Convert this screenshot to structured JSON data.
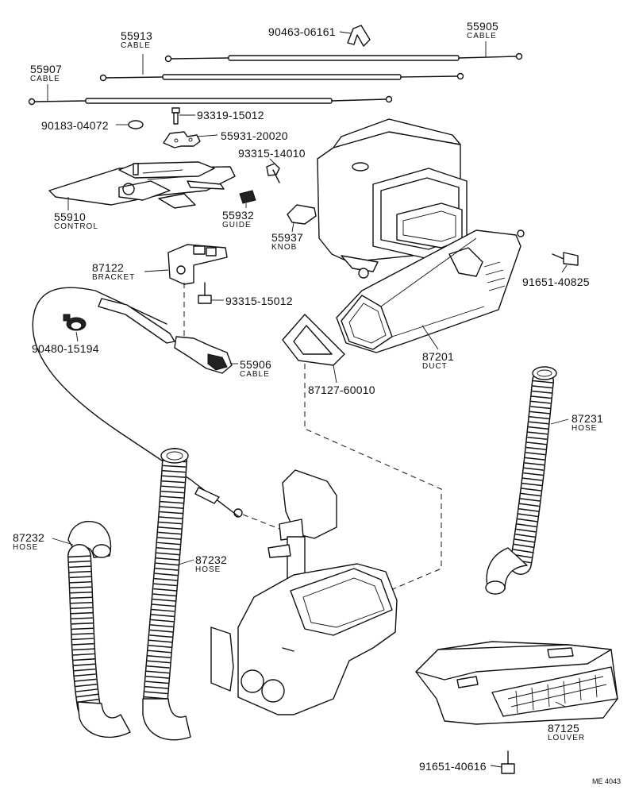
{
  "parts": {
    "p55913": {
      "num": "55913",
      "name": "CABLE"
    },
    "p90463": {
      "num": "90463-06161"
    },
    "p55905": {
      "num": "55905",
      "name": "CABLE"
    },
    "p55907": {
      "num": "55907",
      "name": "CABLE"
    },
    "p93319": {
      "num": "93319-15012"
    },
    "p90183": {
      "num": "90183-04072"
    },
    "p55931": {
      "num": "55931-20020"
    },
    "p93315a": {
      "num": "93315-14010"
    },
    "p55910": {
      "num": "55910",
      "name": "CONTROL"
    },
    "p55932": {
      "num": "55932",
      "name": "GUIDE"
    },
    "p55937": {
      "num": "55937",
      "name": "KNOB"
    },
    "p87122": {
      "num": "87122",
      "name": "BRACKET"
    },
    "p91651a": {
      "num": "91651-40825"
    },
    "p93315b": {
      "num": "93315-15012"
    },
    "p90480": {
      "num": "90480-15194"
    },
    "p55906": {
      "num": "55906",
      "name": "CABLE"
    },
    "p87201": {
      "num": "87201",
      "name": "DUCT"
    },
    "p87127": {
      "num": "87127-60010"
    },
    "p87231": {
      "num": "87231",
      "name": "HOSE"
    },
    "p87232a": {
      "num": "87232",
      "name": "HOSE"
    },
    "p87232b": {
      "num": "87232",
      "name": "HOSE"
    },
    "p87125": {
      "num": "87125",
      "name": "LOUVER"
    },
    "p91651b": {
      "num": "91651-40616"
    }
  },
  "drawing_ref": "ME 4043"
}
